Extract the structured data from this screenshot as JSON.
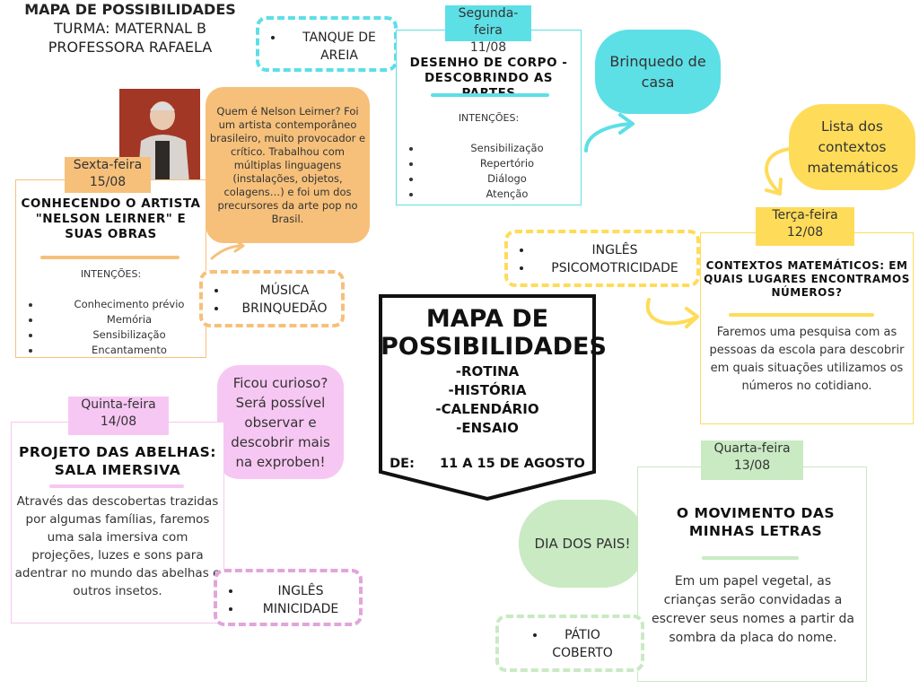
{
  "header": {
    "title": "MAPA DE POSSIBILIDADES",
    "class": "TURMA: MATERNAL B",
    "teacher": "PROFESSORA RAFAELA"
  },
  "center": {
    "title_line1": "MAPA DE",
    "title_line2": "POSSIBILIDADES",
    "items": [
      "-ROTINA",
      "-HISTÓRIA",
      "-CALENDÁRIO",
      "-ENSAIO"
    ],
    "date_label": "DE:",
    "date_value": "11 A 15 DE AGOSTO"
  },
  "monday": {
    "day": "Segunda-feira",
    "date": "11/08",
    "title_line1": "DESENHO DE CORPO -",
    "title_line2": "DESCOBRINDO AS PARTES",
    "intent_heading": "INTENÇÕES:",
    "intentions": [
      "Sensibilização",
      "Repertório",
      "Diálogo",
      "Atenção"
    ],
    "extras": [
      "TANQUE DE AREIA"
    ],
    "bubble": "Brinquedo de casa",
    "color": "#5ddfe6"
  },
  "tuesday": {
    "day": "Terça-feira",
    "date": "12/08",
    "title": "CONTEXTOS MATEMÁTICOS: EM QUAIS LUGARES ENCONTRAMOS NÚMEROS?",
    "description": "Faremos uma pesquisa com as pessoas da escola para descobrir em quais situações utilizamos os números no cotidiano.",
    "extras": [
      "INGLÊS",
      "PSICOMOTRICIDADE"
    ],
    "bubble": "Lista dos contextos matemáticos",
    "color": "#fedc5a"
  },
  "wednesday": {
    "day": "Quarta-feira",
    "date": "13/08",
    "title": "O MOVIMENTO DAS MINHAS LETRAS",
    "description": "Em um papel vegetal, as crianças serão convidadas a escrever seus nomes a partir da sombra da placa do nome.",
    "extras": [
      "PÁTIO COBERTO"
    ],
    "bubble": "DIA DOS PAIS!",
    "color": "#c9eac3"
  },
  "thursday": {
    "day": "Quinta-feira",
    "date": "14/08",
    "title_line1": "PROJETO DAS ABELHAS:",
    "title_line2": "SALA IMERSIVA",
    "description": "Através das descobertas trazidas por algumas famílias, faremos uma sala imersiva com projeções, luzes e sons para adentrar no mundo das abelhas e outros insetos.",
    "extras": [
      "INGLÊS",
      "MINICIDADE"
    ],
    "bubble": "Ficou curioso? Será possível observar e descobrir mais na exproben!",
    "color": "#f7c7f3"
  },
  "friday": {
    "day": "Sexta-feira",
    "date": "15/08",
    "title_line1": "CONHECENDO O ARTISTA",
    "title_line2": "\"NELSON LEIRNER\" E",
    "title_line3": "SUAS OBRAS",
    "intent_heading": "INTENÇÕES:",
    "intentions": [
      "Conhecimento prévio",
      "Memória",
      "Sensibilização",
      "Encantamento"
    ],
    "extras": [
      "MÚSICA",
      "BRINQUEDÃO"
    ],
    "bubble": "Quem é Nelson Leirner? Foi um artista contemporâneo brasileiro, muito provocador e crítico. Trabalhou com múltiplas linguagens (instalações, objetos, colagens…) e foi um dos precursores da arte pop no Brasil.",
    "color": "#f6c07b"
  }
}
